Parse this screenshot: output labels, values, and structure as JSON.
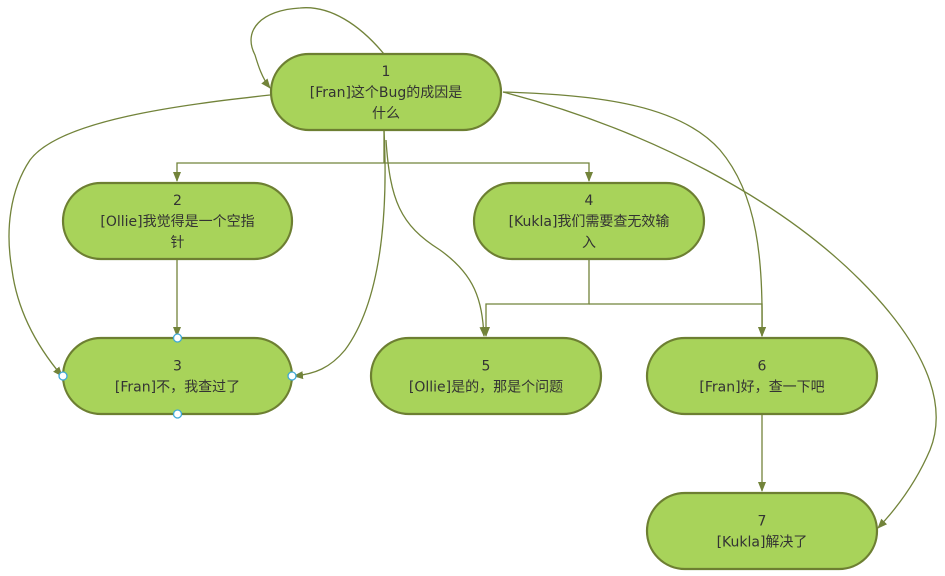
{
  "diagram": {
    "nodes": [
      {
        "id": "1",
        "lines": [
          "1",
          "[Fran]这个Bug的成因是",
          "什么"
        ]
      },
      {
        "id": "2",
        "lines": [
          "2",
          "[Ollie]我觉得是一个空指",
          "针"
        ]
      },
      {
        "id": "3",
        "lines": [
          "3",
          "[Fran]不，我查过了"
        ]
      },
      {
        "id": "4",
        "lines": [
          "4",
          "[Kukla]我们需要查无效输",
          "入"
        ]
      },
      {
        "id": "5",
        "lines": [
          "5",
          "[Ollie]是的，那是个问题"
        ]
      },
      {
        "id": "6",
        "lines": [
          "6",
          "[Fran]好，查一下吧"
        ]
      },
      {
        "id": "7",
        "lines": [
          "7",
          "[Kukla]解决了"
        ]
      }
    ],
    "edges": [
      {
        "from": "1",
        "to": "1"
      },
      {
        "from": "1",
        "to": "2"
      },
      {
        "from": "1",
        "to": "4"
      },
      {
        "from": "1",
        "to": "3"
      },
      {
        "from": "1",
        "to": "5"
      },
      {
        "from": "1",
        "to": "6"
      },
      {
        "from": "1",
        "to": "7"
      },
      {
        "from": "2",
        "to": "3"
      },
      {
        "from": "4",
        "to": "5"
      },
      {
        "from": "4",
        "to": "6"
      },
      {
        "from": "6",
        "to": "7"
      }
    ],
    "selected_node": "3"
  }
}
